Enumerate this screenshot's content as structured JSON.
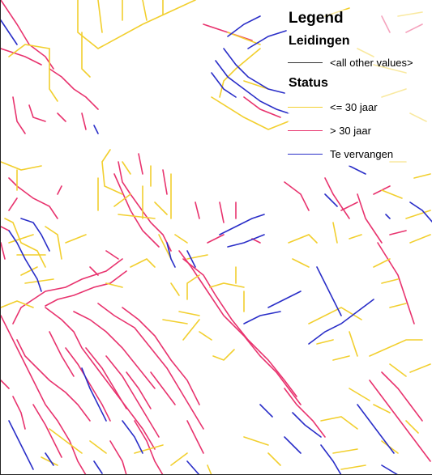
{
  "legend": {
    "title": "Legend",
    "layers": [
      {
        "name": "Leidingen",
        "entries": [
          {
            "label": "<all other values>",
            "color": "#333333"
          }
        ]
      },
      {
        "name": "Status",
        "entries": [
          {
            "label": "<= 30 jaar",
            "color": "#f2cf2e"
          },
          {
            "label": "> 30 jaar",
            "color": "#e8336e"
          },
          {
            "label": "Te vervangen",
            "color": "#2a2ec8"
          }
        ]
      }
    ]
  }
}
